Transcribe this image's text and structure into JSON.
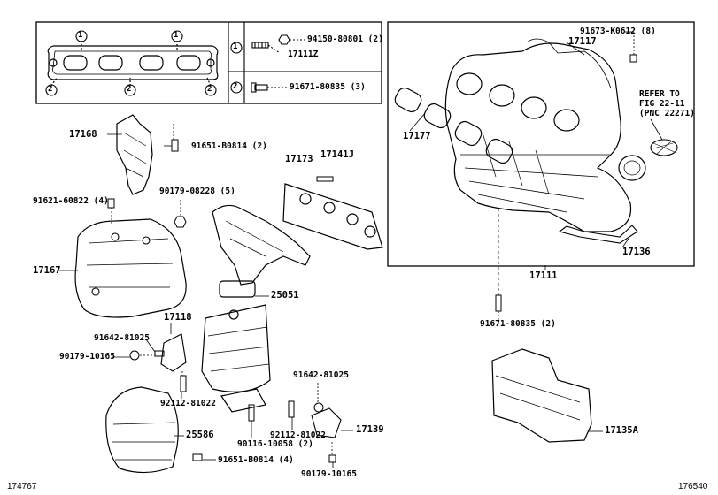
{
  "legend": {
    "marker_1": "1",
    "marker_2": "2",
    "row1": {
      "part_no": "94150-80801",
      "qty": "(2)",
      "ref": "17111Z"
    },
    "row2": {
      "part_no": "91671-80835",
      "qty": "(3)"
    }
  },
  "labels": {
    "p17117": "17117",
    "p91673": "91673-K0612 (8)",
    "p17177": "17177",
    "p17168": "17168",
    "p91651a": "91651-B0814 (2)",
    "p17173": "17173",
    "p17141j": "17141J",
    "p91621": "91621-60822 (4)",
    "p90179a": "90179-08228 (5)",
    "p17167": "17167",
    "p25051": "25051",
    "p17118": "17118",
    "p91642a": "91642-81025",
    "p90179b": "90179-10165",
    "p92112a": "92112-81022",
    "p91642b": "91642-81025",
    "p17139": "17139",
    "p25586": "25586",
    "p90116": "90116-10058 (2)",
    "p92112b": "92112-81022",
    "p91651b": "91651-B0814 (4)",
    "p90179c": "90179-10165",
    "p17136": "17136",
    "p17111": "17111",
    "p91671b": "91671-80835 (2)",
    "p17135a": "17135A"
  },
  "reference_note": {
    "line1": "REFER TO",
    "line2": "FIG 22-11",
    "line3": "(PNC 22271)"
  },
  "footer": {
    "left_id": "174767",
    "right_id": "176540"
  }
}
